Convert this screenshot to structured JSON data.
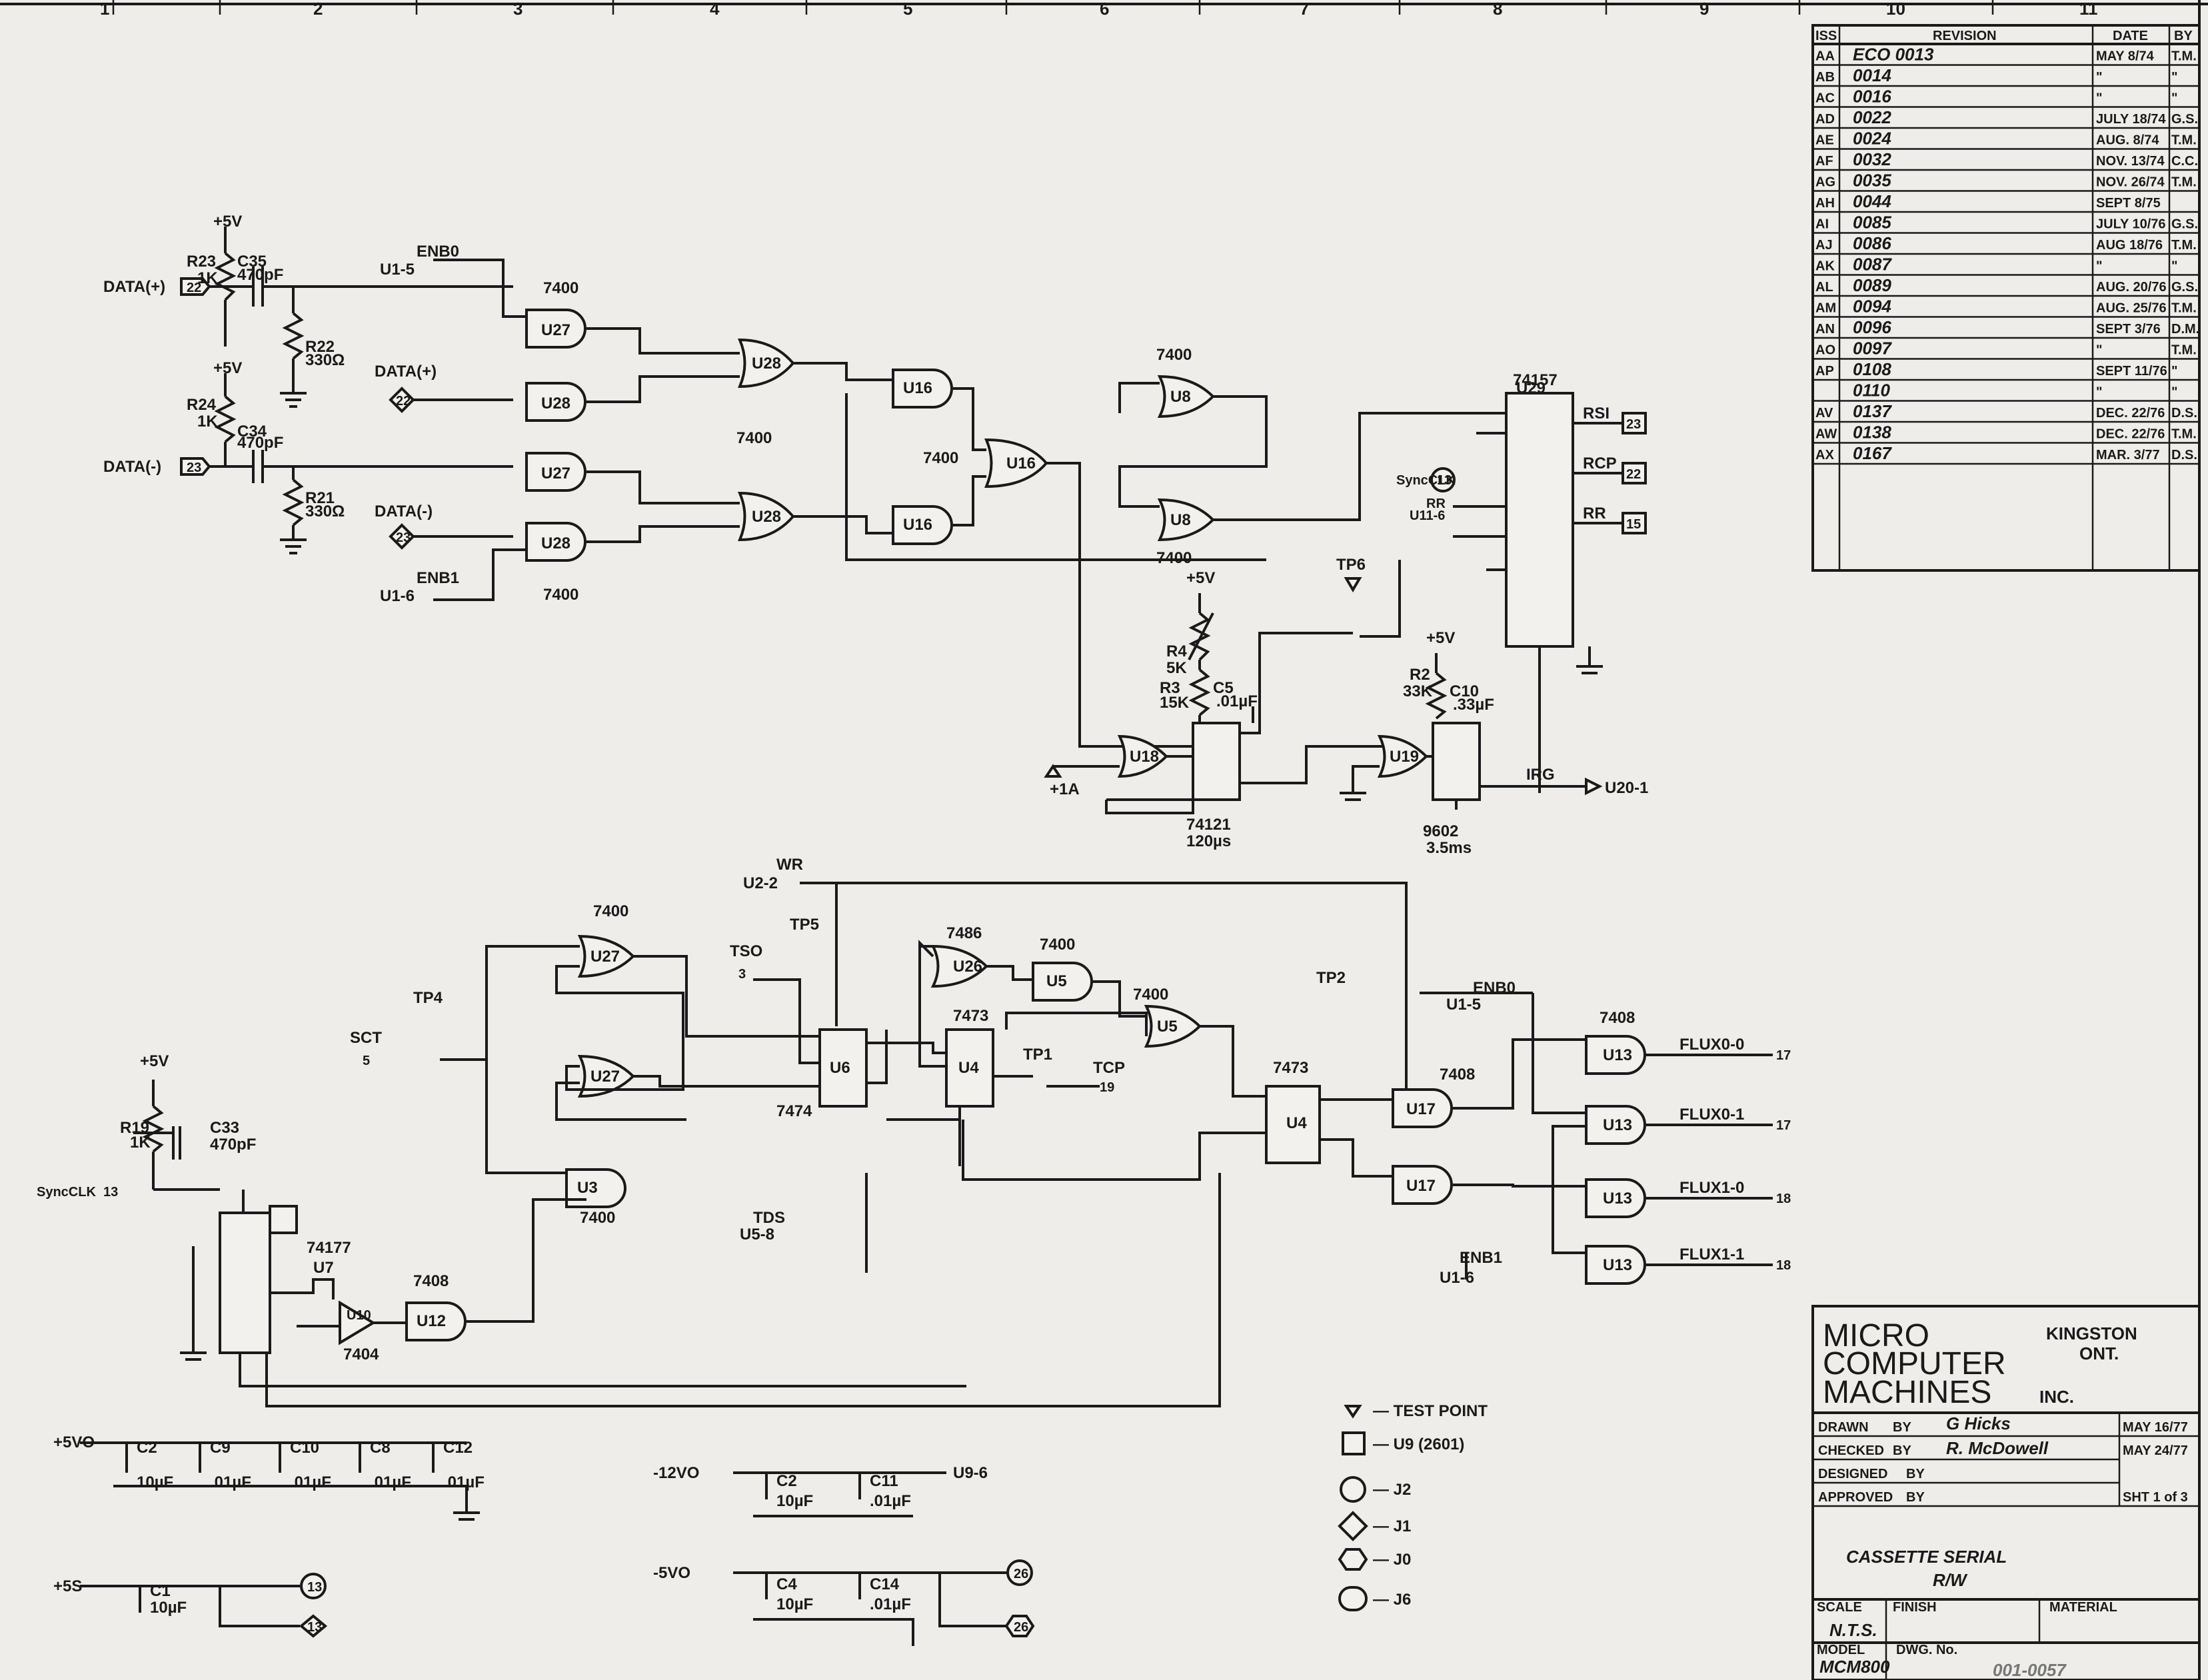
{
  "border_numbers": [
    "1",
    "2",
    "3",
    "4",
    "5",
    "6",
    "7",
    "8",
    "9",
    "10",
    "11"
  ],
  "revision_table": {
    "headers": {
      "iss": "ISS",
      "revision": "REVISION",
      "date": "DATE",
      "by": "BY"
    },
    "rows": [
      {
        "iss": "AA",
        "rev": "ECO  0013",
        "date": "MAY 8/74",
        "by": "T.M."
      },
      {
        "iss": "AB",
        "rev": "0014",
        "date": "\"",
        "by": "\""
      },
      {
        "iss": "AC",
        "rev": "0016",
        "date": "\"",
        "by": "\""
      },
      {
        "iss": "AD",
        "rev": "0022",
        "date": "JULY 18/74",
        "by": "G.S."
      },
      {
        "iss": "AE",
        "rev": "0024",
        "date": "AUG. 8/74",
        "by": "T.M."
      },
      {
        "iss": "AF",
        "rev": "0032",
        "date": "NOV. 13/74",
        "by": "C.C."
      },
      {
        "iss": "AG",
        "rev": "0035",
        "date": "NOV. 26/74",
        "by": "T.M."
      },
      {
        "iss": "AH",
        "rev": "0044",
        "date": "SEPT 8/75",
        "by": ""
      },
      {
        "iss": "AI",
        "rev": "0085",
        "date": "JULY 10/76",
        "by": "G.S."
      },
      {
        "iss": "AJ",
        "rev": "0086",
        "date": "AUG 18/76",
        "by": "T.M."
      },
      {
        "iss": "AK",
        "rev": "0087",
        "date": "\"",
        "by": "\""
      },
      {
        "iss": "AL",
        "rev": "0089",
        "date": "AUG. 20/76",
        "by": "G.S."
      },
      {
        "iss": "AM",
        "rev": "0094",
        "date": "AUG. 25/76",
        "by": "T.M."
      },
      {
        "iss": "AN",
        "rev": "0096",
        "date": "SEPT 3/76",
        "by": "D.M."
      },
      {
        "iss": "AO",
        "rev": "0097",
        "date": "\"",
        "by": "T.M."
      },
      {
        "iss": "AP",
        "rev": "0108",
        "date": "SEPT 11/76",
        "by": "\""
      },
      {
        "iss": "",
        "rev": "0110",
        "date": "\"",
        "by": "\""
      },
      {
        "iss": "AV",
        "rev": "0137",
        "date": "DEC. 22/76",
        "by": "D.S."
      },
      {
        "iss": "AW",
        "rev": "0138",
        "date": "DEC. 22/76",
        "by": "T.M."
      },
      {
        "iss": "AX",
        "rev": "0167",
        "date": "MAR. 3/77",
        "by": "D.S."
      }
    ]
  },
  "title_block": {
    "company_lines": [
      "MICRO",
      "COMPUTER",
      "MACHINES"
    ],
    "inc": "INC.",
    "location": "KINGSTON",
    "location2": "ONT.",
    "drawn_label": "DRAWN",
    "checked_label": "CHECKED",
    "designed_label": "DESIGNED",
    "approved_label": "APPROVED",
    "by_label": "BY",
    "drawn_by": "G Hicks",
    "drawn_date": "MAY 16/77",
    "checked_by": "R. McDowell",
    "checked_date": "MAY 24/77",
    "sheet": "SHT 1 of 3",
    "title": "CASSETTE SERIAL",
    "subtitle": "R/W",
    "scale_label": "SCALE",
    "scale": "N.T.S.",
    "finish_label": "FINISH",
    "material_label": "MATERIAL",
    "model_label": "MODEL",
    "model": "MCM800",
    "dwg_label": "DWG. No.",
    "dwg_no": "001-0057"
  },
  "legend": [
    {
      "symbol": "triangle",
      "label": "— TEST POINT"
    },
    {
      "symbol": "square",
      "label": "— U9 (2601)"
    },
    {
      "symbol": "circle",
      "label": "— J2"
    },
    {
      "symbol": "diamond",
      "label": "— J1"
    },
    {
      "symbol": "hexagon",
      "label": "— J0"
    },
    {
      "symbol": "round-rect",
      "label": "— J6"
    }
  ],
  "signals": {
    "data_plus_left": "DATA(+)",
    "data_minus_left": "DATA(-)",
    "data_plus_mid": "DATA(+)",
    "data_minus_mid": "DATA(-)",
    "enb0": "ENB0",
    "enb1": "ENB1",
    "u1_5": "U1-5",
    "u1_6": "U1-6",
    "rsi": "RSI",
    "rcp": "RCP",
    "rr": "RR",
    "syn_clk": "SyncCLK",
    "u11_6": "U11-6",
    "irg": "IRG",
    "u20_1": "U20-1",
    "plus1a": "+1A",
    "wr": "WR",
    "u2_2": "U2-2",
    "tso": "TSO",
    "sct": "SCT",
    "tds": "TDS",
    "u5_8": "U5-8",
    "tcp": "TCP",
    "flux00": "FLUX0-0",
    "flux01": "FLUX0-1",
    "flux10": "FLUX1-0",
    "flux11": "FLUX1-1",
    "enb0_b": "ENB0",
    "enb1_b": "ENB1",
    "u1_5_b": "U1-5",
    "u1_6_b": "U1-6",
    "tp1": "TP1",
    "tp2": "TP2",
    "tp4": "TP4",
    "tp5": "TP5",
    "tp6": "TP6",
    "p5v": "+5V",
    "p5v_rail": "+5VO",
    "m12v": "-12VO",
    "m5v": "-5VO",
    "p5s": "+5S",
    "u9_6": "U9-6",
    "nine_six": "9602",
    "t35": "3.5ms",
    "t120": "120µs"
  },
  "connectors": {
    "j_data_plus": "22",
    "j_data_minus": "23",
    "j_d2": "22",
    "j_d3": "23",
    "j_rsi": "23",
    "j_rcp": "22",
    "j_rr": "15",
    "j_sync": "13",
    "j_sync2": "13",
    "j_tso": "3",
    "j_sct": "5",
    "j_tcp": "19",
    "j_f00": "17",
    "j_f01": "17",
    "j_f10": "18",
    "j_f11": "18",
    "j_p1": "13",
    "j_p2": "13",
    "j_m1": "26",
    "j_m2": "26"
  },
  "components": {
    "r23": "R23",
    "r23v": "1K",
    "c35": "C35",
    "c35v": "470pF",
    "r22": "R22",
    "r22v": "330Ω",
    "r24": "R24",
    "r24v": "1K",
    "c34": "C34",
    "c34v": "470pF",
    "r21": "R21",
    "r21v": "330Ω",
    "r4": "R4",
    "r4v": "5K",
    "r3": "R3",
    "r3v": "15K",
    "c5": "C5",
    "c5v": ".01µF",
    "r2": "R2",
    "r2v": "33K",
    "c10": "C10",
    "c10v": ".33µF",
    "r19": "R19",
    "r19v": "1K",
    "c33": "C33",
    "c33v": "470pF",
    "c2": "C2",
    "c2v": "10µF",
    "c9": "C9",
    "c9v": ".01µF",
    "c10b": "C10",
    "c10bv": ".01µF",
    "c8": "C8",
    "c8v": ".01µF",
    "c12": "C12",
    "c12v": ".01µF",
    "c1": "C1",
    "c1v": "10µF",
    "c2b": "C2",
    "c2bv": "10µF",
    "c11": "C11",
    "c11v": ".01µF",
    "c4": "C4",
    "c4v": "10µF",
    "c14": "C14",
    "c14v": ".01µF"
  },
  "ics": {
    "t7400": "7400",
    "t7408": "7408",
    "t74157": "74157",
    "t74121": "74121",
    "t7474": "7474",
    "t7473": "7473",
    "t7486": "7486",
    "t74177": "74177",
    "t7404": "7404",
    "u27": "U27",
    "u28": "U28",
    "u16": "U16",
    "u8": "U8",
    "u29": "U29",
    "u18": "U18",
    "u19": "U19",
    "u6": "U6",
    "u4": "U4",
    "u26": "U26",
    "u5": "U5",
    "u3": "U3",
    "u17": "U17",
    "u13": "U13",
    "u7": "U7",
    "u12": "U12",
    "u10": "U10"
  }
}
